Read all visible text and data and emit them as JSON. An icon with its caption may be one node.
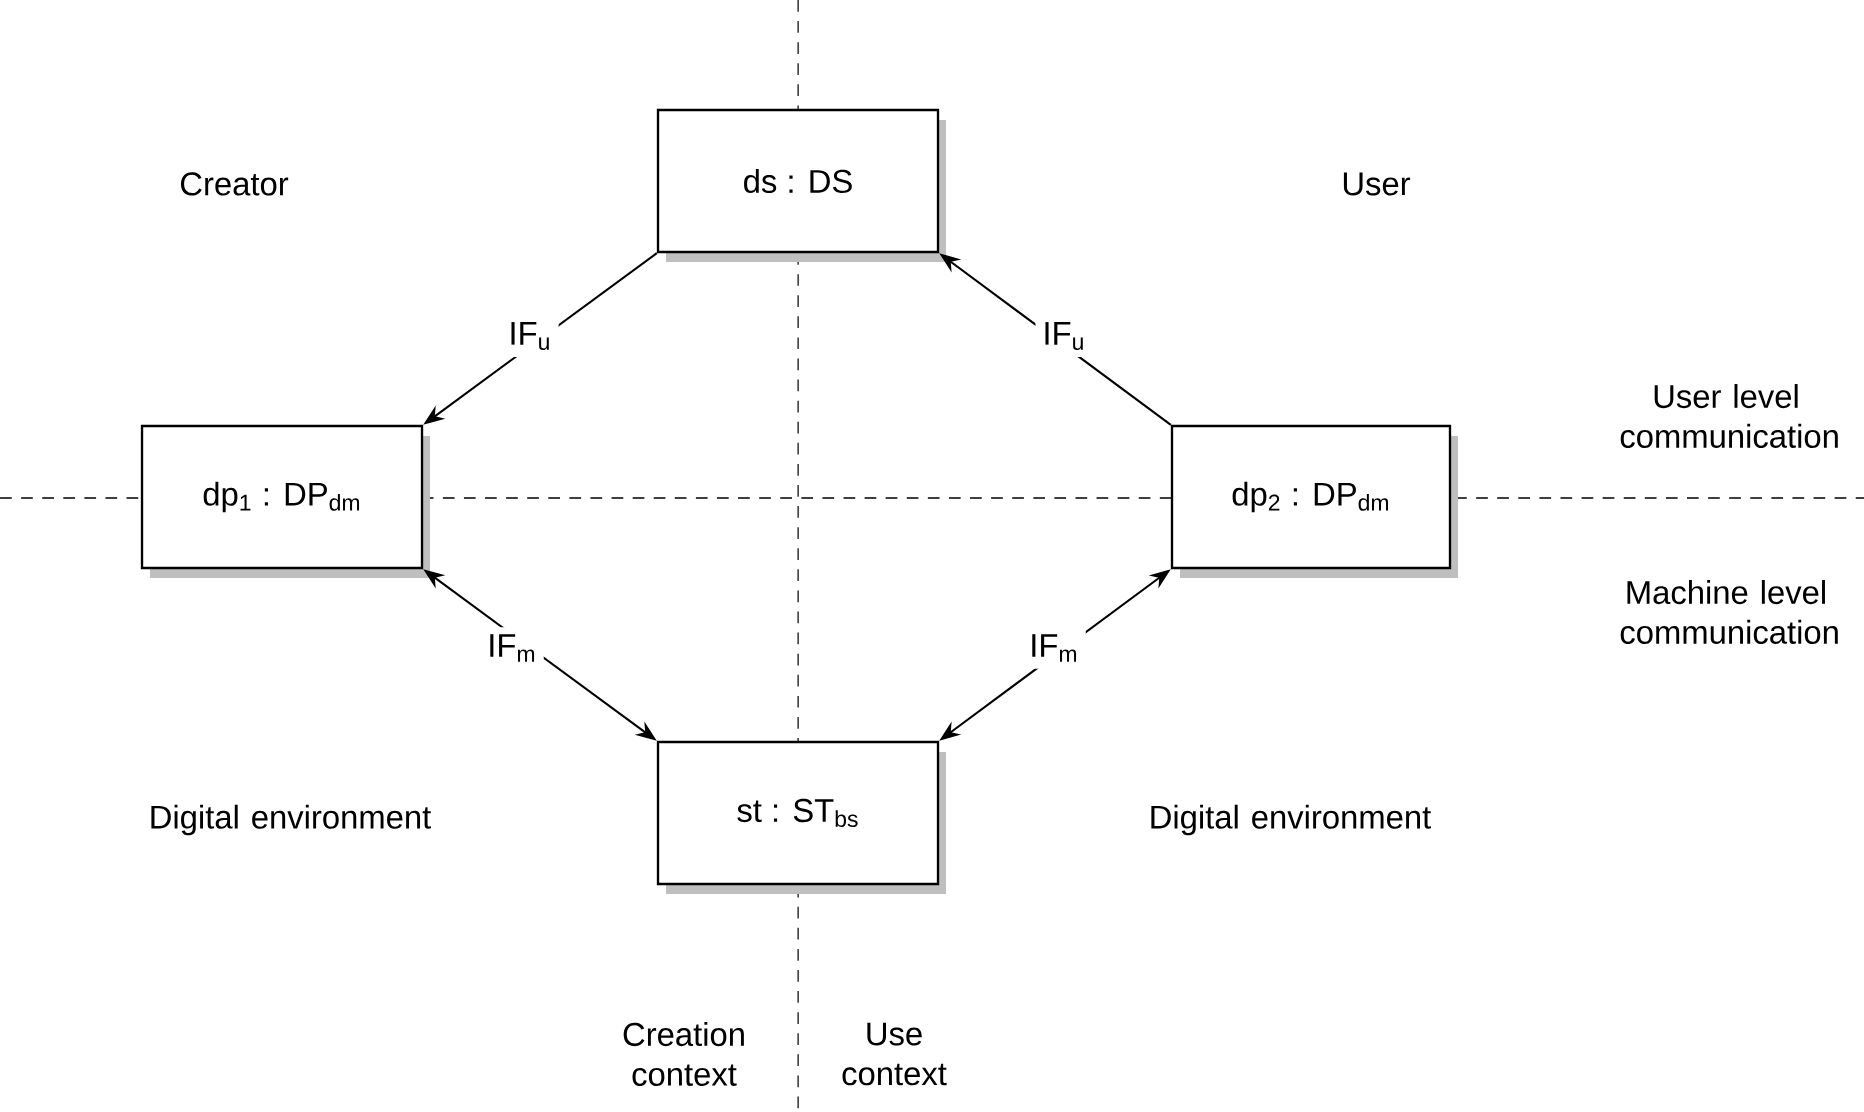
{
  "diagram": {
    "nodes": [
      {
        "text": [
          "ds : DS"
        ]
      },
      {
        "text": [
          "dp$_{1}$ : DP$_{dm}$"
        ]
      },
      {
        "text": [
          "dp$_{2}$ : DP$_{dm}$"
        ]
      },
      {
        "text": [
          "st : ST$_{bs}$"
        ]
      }
    ],
    "edges": [
      {
        "from": 0,
        "to": 1,
        "arrow": "to",
        "label": "IF$_{u}$"
      },
      {
        "from": 2,
        "to": 0,
        "arrow": "to",
        "label": "IF$_{u}$"
      },
      {
        "from": 1,
        "to": 3,
        "arrow": "both",
        "label": "IF$_{m}$"
      },
      {
        "from": 3,
        "to": 2,
        "arrow": "both",
        "label": "IF$_{m}$"
      }
    ],
    "labels": [
      "Creator",
      "User",
      "User level communication",
      "Machine level communication",
      "Digital environment",
      "Digital environment",
      "Creation context",
      "Use context"
    ]
  }
}
